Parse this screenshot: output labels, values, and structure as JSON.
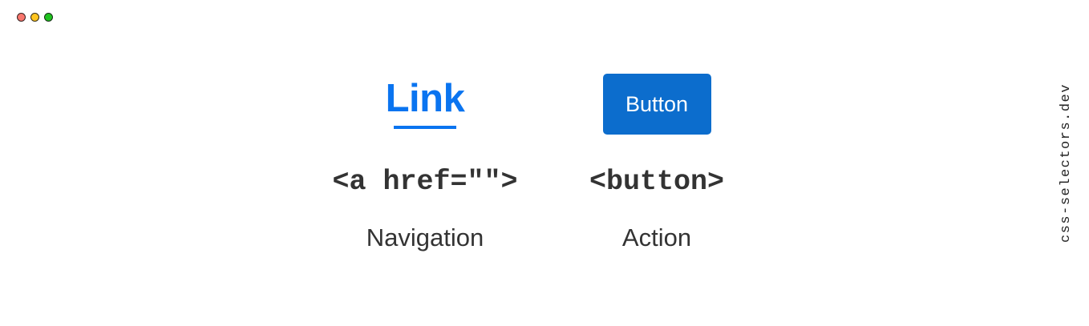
{
  "window": {
    "background_color": "#ffffff",
    "traffic_lights": [
      {
        "name": "close",
        "color": "#f8766d"
      },
      {
        "name": "minimize",
        "color": "#ffc520"
      },
      {
        "name": "maximize",
        "color": "#1fc21f"
      }
    ]
  },
  "comparison": {
    "columns": [
      {
        "key": "link",
        "demo_label": "Link",
        "code": "<a href=\"\">",
        "description": "Navigation",
        "accent_color": "#0a74f0"
      },
      {
        "key": "button",
        "demo_label": "Button",
        "code": "<button>",
        "description": "Action",
        "accent_color": "#0c6dcd"
      }
    ]
  },
  "watermark": {
    "text": "css-selectors.dev"
  }
}
